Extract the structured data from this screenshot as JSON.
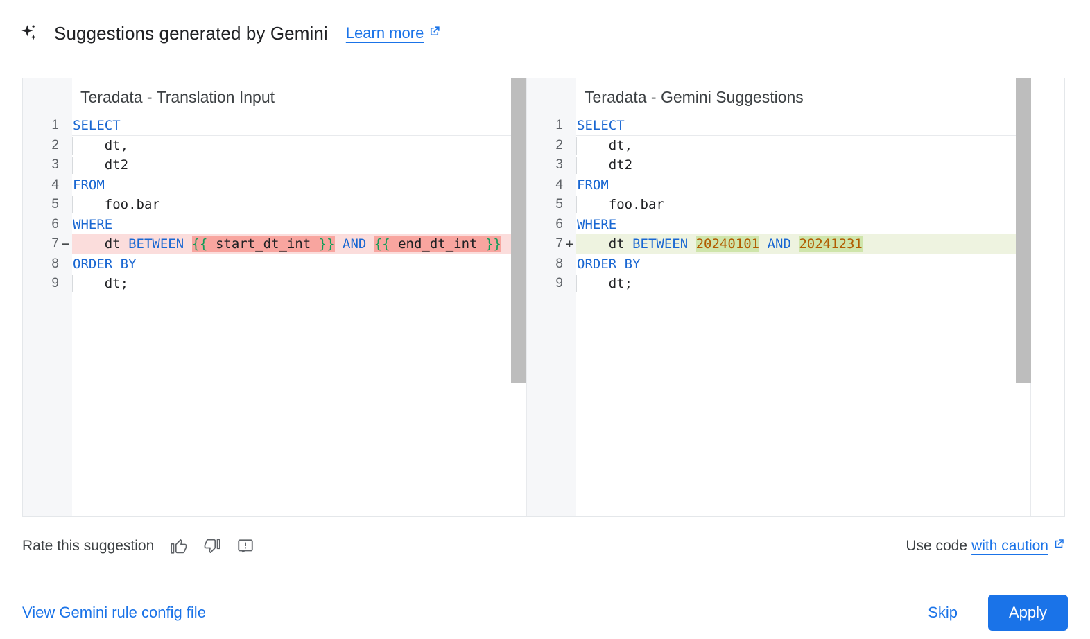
{
  "header": {
    "icon": "gemini-spark-icon",
    "title": "Suggestions generated by Gemini",
    "learn_more_label": "Learn more",
    "learn_more_icon": "external-link-icon"
  },
  "colors": {
    "accent": "#1a73e8",
    "text": "#202124",
    "keyword": "#1967d2",
    "number": "#b15c00",
    "template": "#0f9d58",
    "diff_delete_line": "#fbdddc",
    "diff_delete_word": "#f8a59f",
    "diff_add_line": "#eef3e0",
    "diff_add_word": "#cfe5ab",
    "gutter_bg": "#f6f7f9",
    "scrollbar": "#bdbdbd"
  },
  "panes": [
    {
      "id": "translation-input",
      "title": "Teradata - Translation Input",
      "lines": [
        {
          "n": "1",
          "marker": "",
          "kind": "current",
          "indent": false,
          "tokens": [
            {
              "t": "SELECT",
              "c": "kw"
            }
          ]
        },
        {
          "n": "2",
          "marker": "",
          "kind": "normal",
          "indent": true,
          "tokens": [
            {
              "t": "    dt,",
              "c": "pln"
            }
          ]
        },
        {
          "n": "3",
          "marker": "",
          "kind": "normal",
          "indent": true,
          "tokens": [
            {
              "t": "    dt2",
              "c": "pln"
            }
          ]
        },
        {
          "n": "4",
          "marker": "",
          "kind": "normal",
          "indent": false,
          "tokens": [
            {
              "t": "FROM",
              "c": "kw"
            }
          ]
        },
        {
          "n": "5",
          "marker": "",
          "kind": "normal",
          "indent": true,
          "tokens": [
            {
              "t": "    foo.bar",
              "c": "pln"
            }
          ]
        },
        {
          "n": "6",
          "marker": "",
          "kind": "normal",
          "indent": false,
          "tokens": [
            {
              "t": "WHERE",
              "c": "kw"
            }
          ]
        },
        {
          "n": "7",
          "marker": "−",
          "kind": "delete",
          "indent": false,
          "tokens": [
            {
              "t": "    dt ",
              "c": "pln"
            },
            {
              "t": "BETWEEN",
              "c": "kw"
            },
            {
              "t": " ",
              "c": "pln"
            },
            {
              "t": "{{",
              "c": "tpl",
              "hl": "del"
            },
            {
              "t": " start_dt_int ",
              "c": "tplvar",
              "hl": "del"
            },
            {
              "t": "}}",
              "c": "tpl",
              "hl": "del"
            },
            {
              "t": " ",
              "c": "pln"
            },
            {
              "t": "AND",
              "c": "kw"
            },
            {
              "t": " ",
              "c": "pln"
            },
            {
              "t": "{{",
              "c": "tpl",
              "hl": "del"
            },
            {
              "t": " end_dt_int ",
              "c": "tplvar",
              "hl": "del"
            },
            {
              "t": "}}",
              "c": "tpl",
              "hl": "del"
            }
          ]
        },
        {
          "n": "8",
          "marker": "",
          "kind": "normal",
          "indent": false,
          "tokens": [
            {
              "t": "ORDER BY",
              "c": "kw"
            }
          ]
        },
        {
          "n": "9",
          "marker": "",
          "kind": "normal",
          "indent": true,
          "tokens": [
            {
              "t": "    dt;",
              "c": "pln"
            }
          ]
        }
      ]
    },
    {
      "id": "gemini-suggestions",
      "title": "Teradata - Gemini Suggestions",
      "lines": [
        {
          "n": "1",
          "marker": "",
          "kind": "current",
          "indent": false,
          "tokens": [
            {
              "t": "SELECT",
              "c": "kw"
            }
          ]
        },
        {
          "n": "2",
          "marker": "",
          "kind": "normal",
          "indent": true,
          "tokens": [
            {
              "t": "    dt,",
              "c": "pln"
            }
          ]
        },
        {
          "n": "3",
          "marker": "",
          "kind": "normal",
          "indent": true,
          "tokens": [
            {
              "t": "    dt2",
              "c": "pln"
            }
          ]
        },
        {
          "n": "4",
          "marker": "",
          "kind": "normal",
          "indent": false,
          "tokens": [
            {
              "t": "FROM",
              "c": "kw"
            }
          ]
        },
        {
          "n": "5",
          "marker": "",
          "kind": "normal",
          "indent": true,
          "tokens": [
            {
              "t": "    foo.bar",
              "c": "pln"
            }
          ]
        },
        {
          "n": "6",
          "marker": "",
          "kind": "normal",
          "indent": false,
          "tokens": [
            {
              "t": "WHERE",
              "c": "kw"
            }
          ]
        },
        {
          "n": "7",
          "marker": "+",
          "kind": "add",
          "indent": false,
          "tokens": [
            {
              "t": "    dt ",
              "c": "pln"
            },
            {
              "t": "BETWEEN",
              "c": "kw"
            },
            {
              "t": " ",
              "c": "pln"
            },
            {
              "t": "20240101",
              "c": "num",
              "hl": "add"
            },
            {
              "t": " ",
              "c": "pln"
            },
            {
              "t": "AND",
              "c": "kw"
            },
            {
              "t": " ",
              "c": "pln"
            },
            {
              "t": "20241231",
              "c": "num",
              "hl": "add"
            }
          ]
        },
        {
          "n": "8",
          "marker": "",
          "kind": "normal",
          "indent": false,
          "tokens": [
            {
              "t": "ORDER BY",
              "c": "kw"
            }
          ]
        },
        {
          "n": "9",
          "marker": "",
          "kind": "normal",
          "indent": true,
          "tokens": [
            {
              "t": "    dt;",
              "c": "pln"
            }
          ]
        }
      ]
    }
  ],
  "rate_bar": {
    "label": "Rate this suggestion",
    "thumb_up_icon": "thumb-up-icon",
    "thumb_down_icon": "thumb-down-icon",
    "report_icon": "report-feedback-icon",
    "use_code_prefix": "Use code",
    "caution_label": "with caution",
    "caution_icon": "external-link-icon"
  },
  "footer": {
    "config_link": "View Gemini rule config file",
    "skip_label": "Skip",
    "apply_label": "Apply"
  }
}
